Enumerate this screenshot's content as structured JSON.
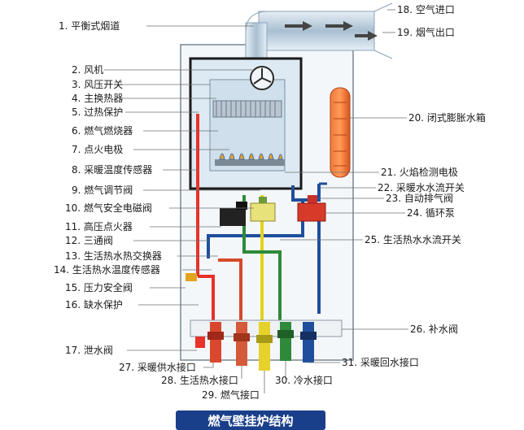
{
  "title": "燃气壁挂炉结构",
  "labels_left": [
    "1. 平衡式烟道",
    "2. 风机",
    "3. 风压开关",
    "4. 主换热器",
    "5. 过热保护",
    "6. 燃气燃烧器",
    "7. 点火电极",
    "8. 采暖温度传感器",
    "9. 燃气调节阀",
    "10. 燃气安全电磁阀",
    "11. 高压点火器",
    "12. 三通阀",
    "13. 生活热水热交换器",
    "14. 生活热水温度传感器",
    "15. 压力安全阀",
    "16. 缺水保护",
    "17. 泄水阀"
  ],
  "labels_right": [
    "18. 空气进口",
    "19. 烟气出口",
    "20. 闭式膨胀水箱",
    "21. 火焰检测电极",
    "22. 采暖水水流开关",
    "23. 自动排气阀",
    "24. 循环泵",
    "25. 生活热水水流开关",
    "26. 补水阀"
  ],
  "labels_bottom": [
    "27. 采暖供水接口",
    "28. 生活热水接口",
    "29. 燃气接口",
    "30. 冷水接口",
    "31. 采暖回水接口"
  ],
  "colors": {
    "heating_supply": "#e8322a",
    "heating_return": "#1f4f9c",
    "gas": "#e3d21e",
    "cold_water": "#2e8a3a",
    "hot_water": "#d64a2a",
    "casing": "#222222",
    "title_bg": "#1a3f8a"
  }
}
